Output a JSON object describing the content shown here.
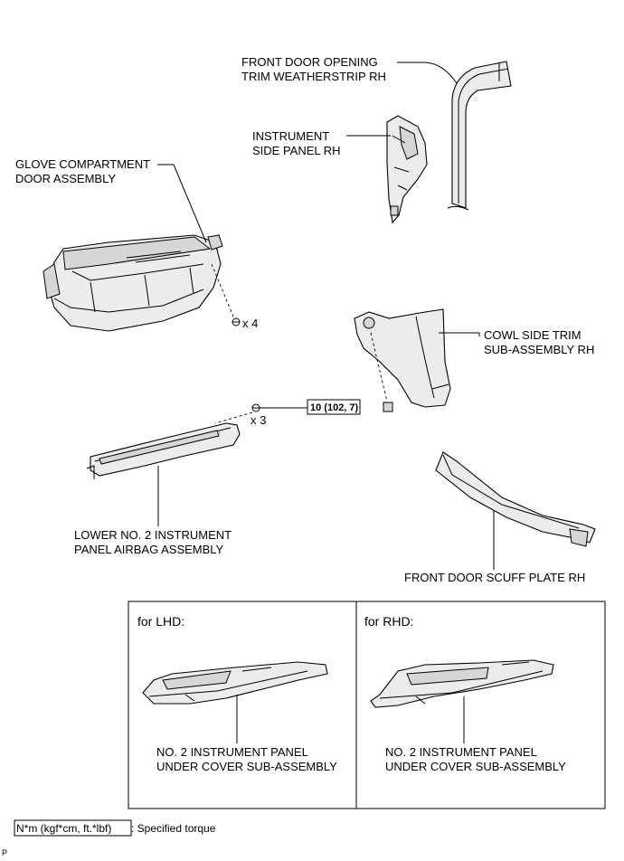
{
  "labels": {
    "weatherstrip": [
      "FRONT DOOR OPENING",
      "TRIM WEATHERSTRIP RH"
    ],
    "side_panel": [
      "INSTRUMENT",
      "SIDE PANEL RH"
    ],
    "glove": [
      "GLOVE COMPARTMENT",
      "DOOR ASSEMBLY"
    ],
    "glove_qty": "x 4",
    "cowl": [
      "COWL SIDE TRIM",
      "SUB-ASSEMBLY RH"
    ],
    "torque": "10 (102, 7)",
    "airbag_qty": "x 3",
    "airbag": [
      "LOWER NO. 2 INSTRUMENT",
      "PANEL AIRBAG ASSEMBLY"
    ],
    "scuff": "FRONT DOOR SCUFF PLATE RH",
    "lhd_title": "for LHD:",
    "rhd_title": "for RHD:",
    "lhd_cover": [
      "NO. 2 INSTRUMENT PANEL",
      "UNDER COVER SUB-ASSEMBLY"
    ],
    "rhd_cover": [
      "NO. 2 INSTRUMENT PANEL",
      "UNDER COVER SUB-ASSEMBLY"
    ]
  },
  "legend": {
    "box": "N*m (kgf*cm, ft.*lbf)",
    "text": ": Specified torque"
  },
  "corner_mark": "P"
}
